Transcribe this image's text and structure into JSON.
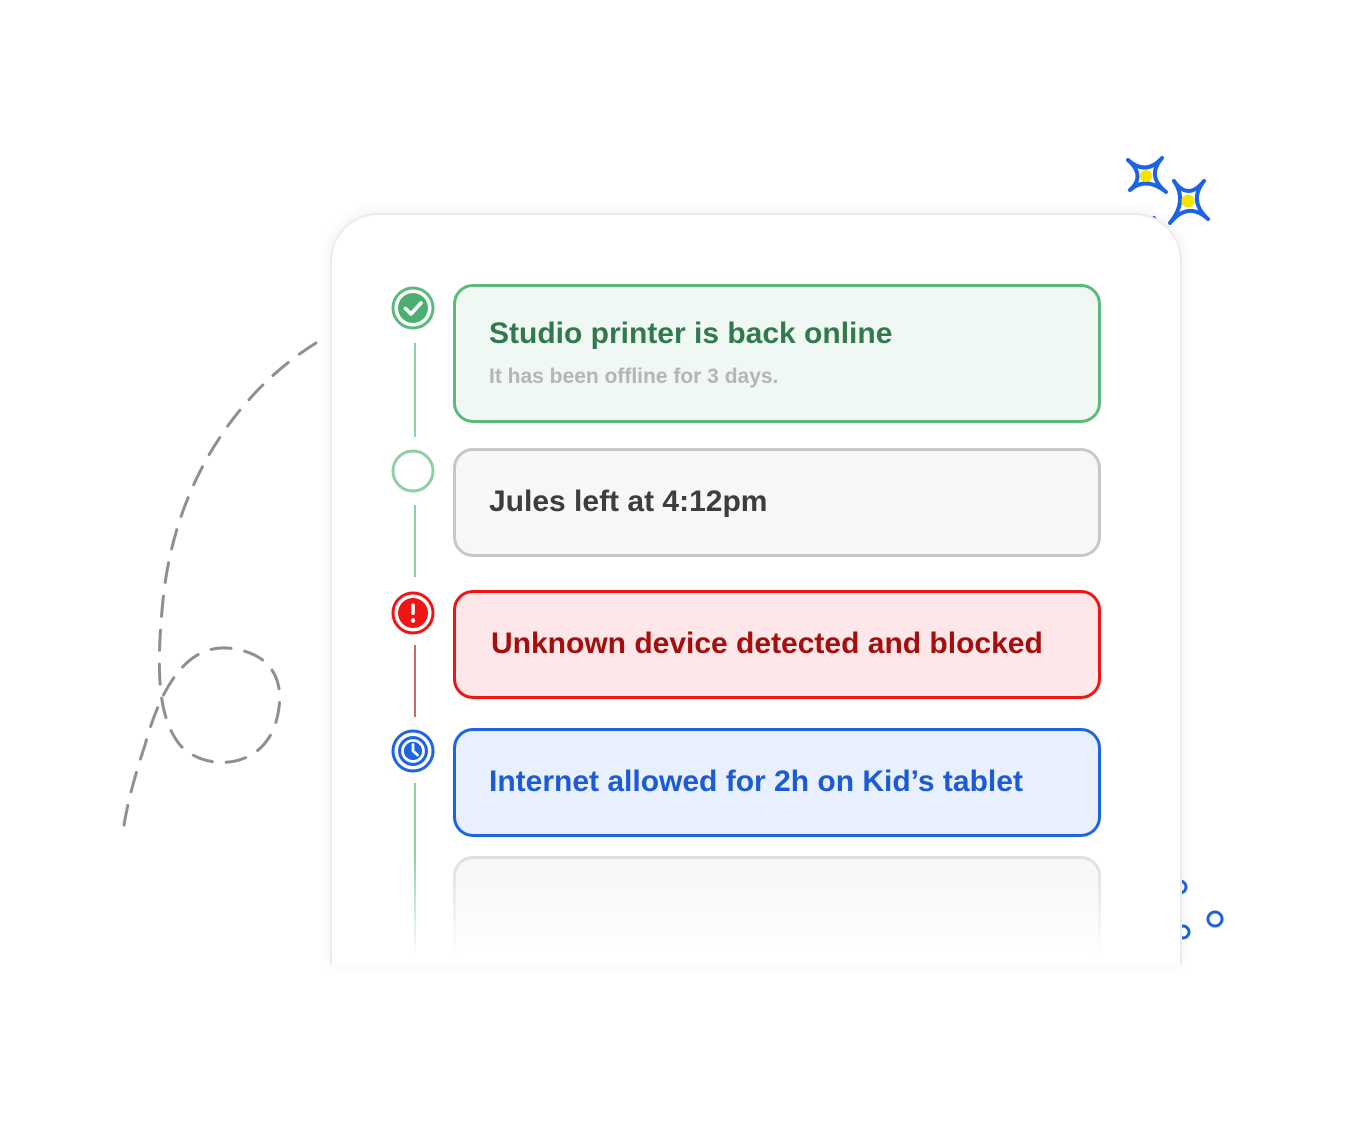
{
  "timeline": {
    "events": [
      {
        "status": "success",
        "icon": "check-circle-icon",
        "title": "Studio printer is back online",
        "subtitle": "It has been offline for 3 days.",
        "color": "#5cb97d"
      },
      {
        "status": "neutral",
        "icon": "empty-circle-icon",
        "title": "Jules left at 4:12pm",
        "color": "#c7c7c7"
      },
      {
        "status": "alert",
        "icon": "exclamation-circle-icon",
        "title": "Unknown device detected and blocked",
        "color": "#f01414"
      },
      {
        "status": "info",
        "icon": "clock-circle-icon",
        "title": "Internet allowed for 2h on Kid’s tablet",
        "color": "#1d64e4"
      },
      {
        "status": "placeholder",
        "title": ""
      }
    ]
  },
  "decorations": {
    "sparkles": "sparkle-icons",
    "dashed_loop": "dashed-loop-path",
    "small_circles": "small-circle-icons",
    "accent_blue": "#1d64e4",
    "accent_yellow": "#f5e400"
  }
}
